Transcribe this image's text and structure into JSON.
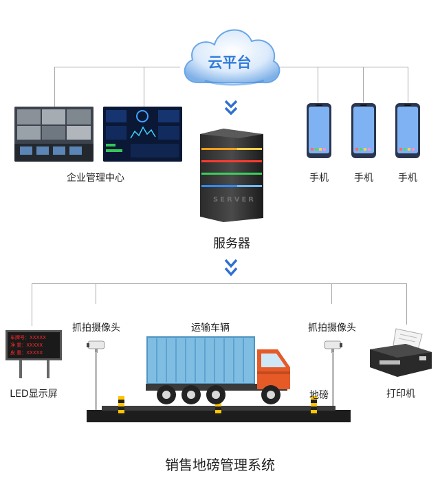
{
  "cloud": {
    "label": "云平台",
    "color": "#2f7bd8"
  },
  "enterprise": {
    "label": "企业管理中心"
  },
  "phones": [
    {
      "label": "手机"
    },
    {
      "label": "手机"
    },
    {
      "label": "手机"
    }
  ],
  "server": {
    "label": "服务器",
    "case_text": "SERVER"
  },
  "led": {
    "label": "LED显示屏",
    "rows": [
      "车牌号：XXXXX",
      "净  重：XXXXX",
      "皮  重：XXXXX"
    ]
  },
  "cameras": [
    {
      "label": "抓拍摄像头"
    },
    {
      "label": "抓拍摄像头"
    }
  ],
  "truck": {
    "label": "运输车辆"
  },
  "scale": {
    "label": "地磅"
  },
  "printer": {
    "label": "打印机"
  },
  "footer": {
    "title": "销售地磅管理系统"
  },
  "colors": {
    "arrow": "#2f6fcf",
    "phone_screen": "#7fb2f2",
    "container": "#7fbde3",
    "cab": "#e65a28"
  }
}
